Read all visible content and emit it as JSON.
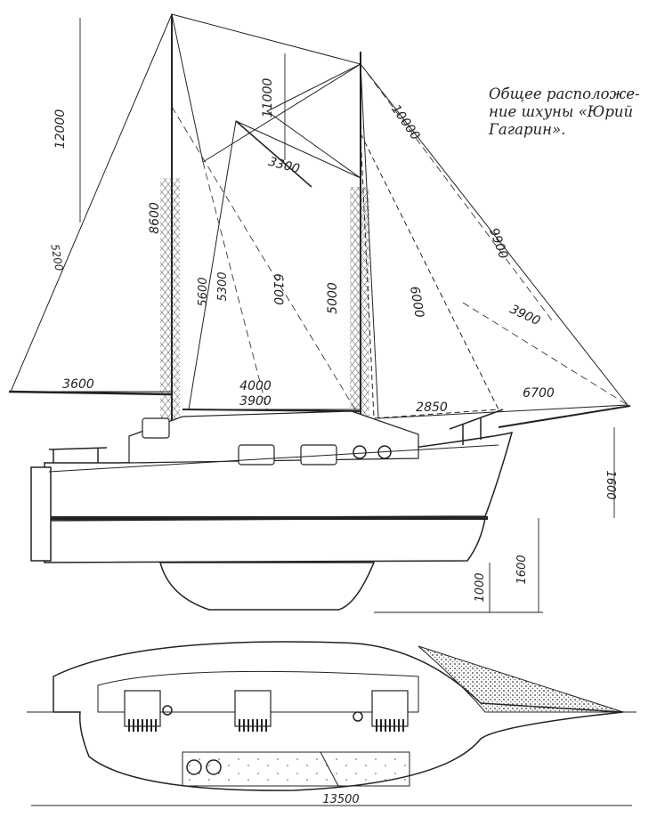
{
  "caption": {
    "line1": "Общее расположе-",
    "line2": "ние шхуны «Юрий",
    "line3": "Гагарин»."
  },
  "dimensions": {
    "foremast_height": "12000",
    "mainmast_top": "11000",
    "foremast_8600": "8600",
    "fore_sail_5200": "5200",
    "fore_boom_3600": "3600",
    "gaff_3300": "3300",
    "jib_stay_10000": "10000",
    "jib_9900": "9900",
    "main_6100": "6100",
    "main_5600": "5600",
    "main_5300": "5300",
    "main_5000": "5000",
    "main_6000": "6000",
    "main_boom_4000": "4000",
    "main_3900": "3900",
    "jib_3900": "3900",
    "staysail_2850": "2850",
    "bowsprit_6700": "6700",
    "freeboard_1600": "1600",
    "draft_1600": "1600",
    "keel_1000": "1000",
    "overall_length": "13500"
  }
}
